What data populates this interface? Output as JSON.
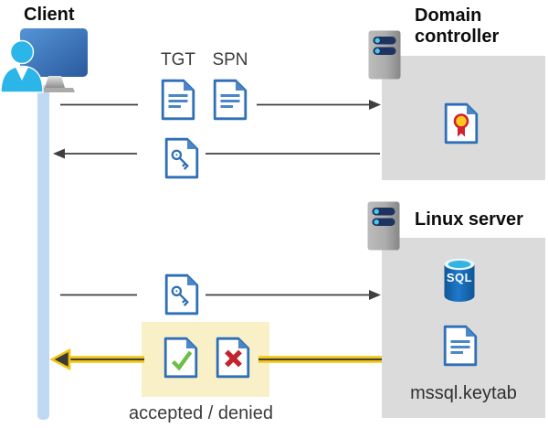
{
  "labels": {
    "client": "Client",
    "domain_controller": "Domain controller",
    "linux_server": "Linux server",
    "tgt": "TGT",
    "spn": "SPN",
    "sql": "SQL",
    "keytab_file": "mssql.keytab",
    "result": "accepted / denied"
  },
  "colors": {
    "panel_gray": "#DBDBDB",
    "highlight_gold": "#F2C511",
    "highlight_box_yellow": "#FAF0C8",
    "document_blue": "#2E6FB8",
    "document_fold_blue": "#4A86C8",
    "accepted_green": "#6CBE45",
    "denied_red": "#C2242C",
    "client_cyan": "#2CB5E8",
    "lifeline_blue": "#BFD9F2",
    "arrow_gray": "#3F3F3F",
    "sql_db_blue": "#1667B2",
    "certificate_gold": "#FFC81E",
    "certificate_red": "#CF222E"
  }
}
